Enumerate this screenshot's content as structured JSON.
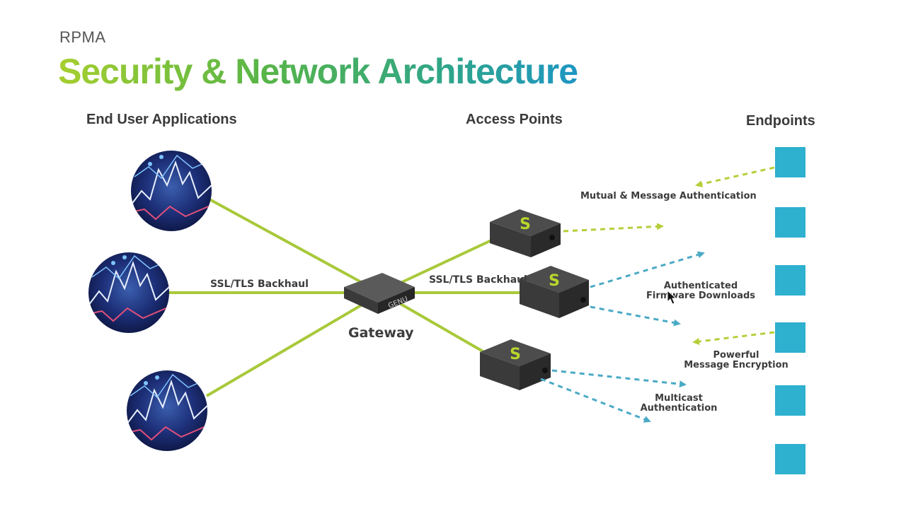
{
  "header": {
    "kicker": "RPMA",
    "title": "Security & Network Architecture"
  },
  "columns": {
    "end_user": "End User Applications",
    "access_points": "Access Points",
    "endpoints": "Endpoints"
  },
  "gateway": {
    "label": "Gateway",
    "brand": "GENU"
  },
  "links": {
    "backhaul_left": "SSL/TLS Backhaul",
    "backhaul_right": "SSL/TLS Backhaul"
  },
  "annotations": {
    "mutual": "Mutual  & Message Authentication",
    "firmware_line1": "Authenticated",
    "firmware_line2": "Firmware Downloads",
    "encryption_line1": "Powerful",
    "encryption_line2": "Message Encryption",
    "multicast_line1": "Multicast",
    "multicast_line2": "Authentication"
  },
  "ap_logo_glyph": "S",
  "colors": {
    "link_green": "#a8c93a",
    "arrow_green": "#b5cf3a",
    "arrow_blue": "#4aaac6",
    "endpoint_blue": "#2eb0cf",
    "device_top": "#4c4c4c",
    "device_side": "#2f2f2f",
    "logo_green": "#b7d62c"
  },
  "icons": {
    "app": "stock-chart-circle-icon",
    "gateway": "gateway-device-icon",
    "access_point": "access-point-device-icon",
    "endpoint": "endpoint-square-icon",
    "cursor": "mouse-cursor-icon"
  }
}
